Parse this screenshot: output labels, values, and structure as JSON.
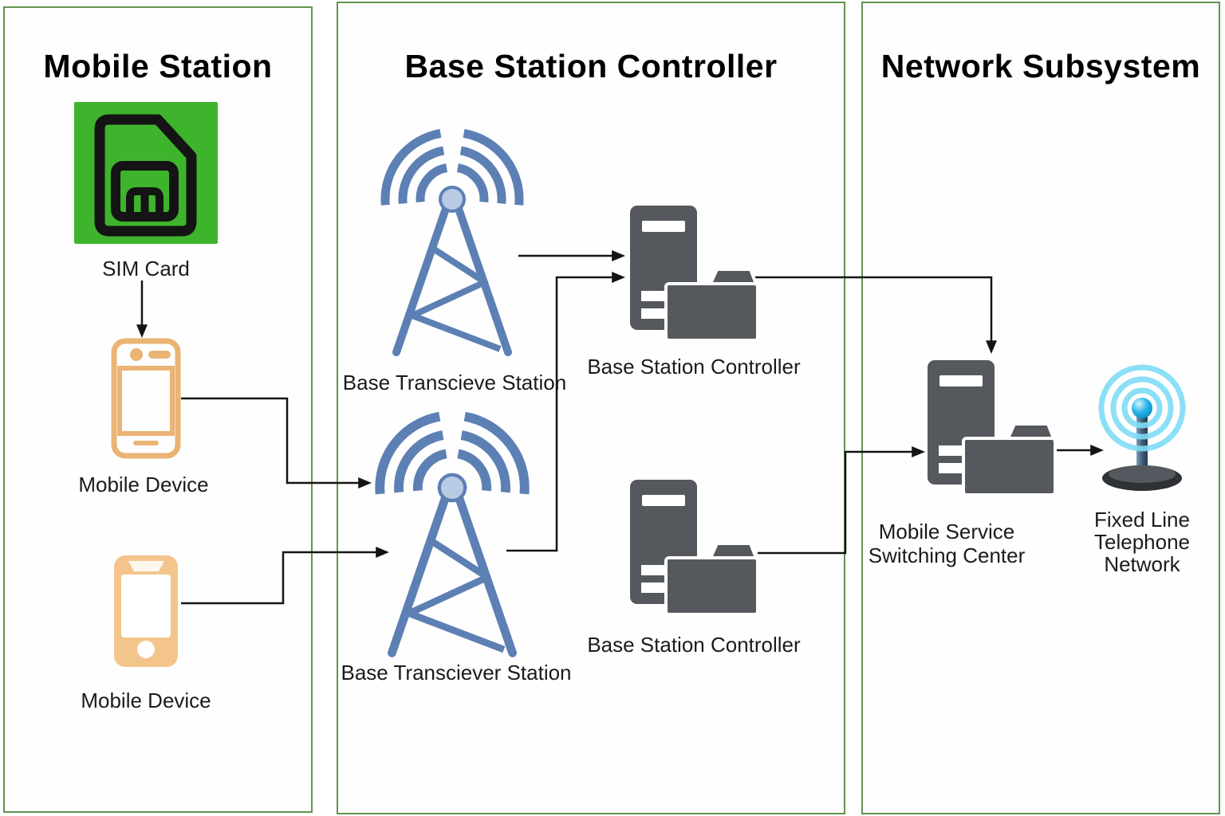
{
  "panels": {
    "mobile_station": {
      "title": "Mobile Station",
      "sim_card_label": "SIM Card",
      "mobile_device_1_label": "Mobile Device",
      "mobile_device_2_label": "Mobile Device"
    },
    "base_station_controller": {
      "title": "Base Station Controller",
      "bts_1_label": "Base Transcieve Station",
      "bsc_1_label": "Base Station Controller",
      "bts_2_label": "Base Transciever Station",
      "bsc_2_label": "Base Station Controller"
    },
    "network_subsystem": {
      "title": "Network Subsystem",
      "msc_label_lines": [
        "Mobile Service",
        "Switching Center"
      ],
      "fltn_label_lines": [
        "Fixed Line",
        "Telephone",
        "Network"
      ]
    }
  },
  "colors": {
    "panel_border": "#639350",
    "sim_green": "#3eb42c",
    "icon_black": "#141414",
    "phone_orange": "#eab475",
    "phone_orange_fill": "#f3c58c",
    "tower_blue": "#5d80b4",
    "tower_ball": "#b9cbe4",
    "server_gray": "#55585c",
    "beacon_cyan": "#7edcf5",
    "beacon_core": "#29b5e8",
    "connector": "#141414"
  }
}
